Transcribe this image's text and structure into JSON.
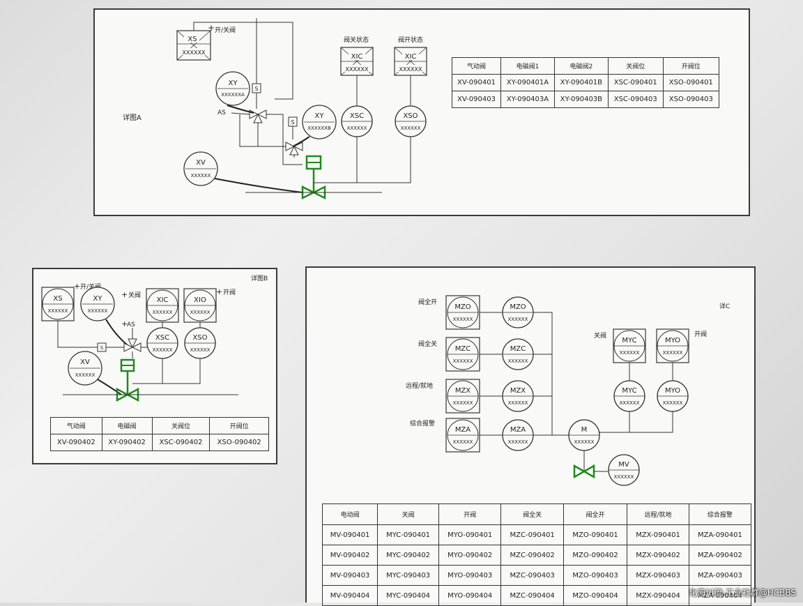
{
  "detailA": {
    "label": "详图A",
    "open_close": "开/关阀",
    "xs_tag": "XS",
    "xs_num": "XXXXXX",
    "xy1_tag": "XY",
    "xy1_num": "XXXXXXA",
    "xy2_tag": "XY",
    "xy2_num": "XXXXXXB",
    "xv_tag": "XV",
    "xv_num": "XXXXXX",
    "as_label": "AS",
    "s_label": "S",
    "closed_status": "阀关状态",
    "open_status": "阀开状态",
    "xic1_tag": "XIC",
    "xic1_num": "XXXXXX",
    "xic2_tag": "XIC",
    "xic2_num": "XXXXXX",
    "xsc_tag": "XSC",
    "xsc_num": "XXXXXX",
    "xso_tag": "XSO",
    "xso_num": "XXXXXX",
    "table": {
      "headers": [
        "气动阀",
        "电磁阀1",
        "电磁阀2",
        "关阀位",
        "开阀位"
      ],
      "rows": [
        [
          "XV-090401",
          "XY-090401A",
          "XY-090401B",
          "XSC-090401",
          "XSO-090401"
        ],
        [
          "XV-090403",
          "XY-090403A",
          "XY-090403B",
          "XSC-090403",
          "XSO-090403"
        ]
      ]
    }
  },
  "detailB": {
    "label": "详图B",
    "open_close": "开/关阀",
    "close_valve": "关阀",
    "open_valve": "开阀",
    "xs_tag": "XS",
    "xs_num": "XXXXXX",
    "xy_tag": "XY",
    "xy_num": "XXXXXX",
    "xic_tag": "XIC",
    "xic_num": "XXXXXX",
    "xio_tag": "XIO",
    "xio_num": "XXXXXX",
    "xsc_tag": "XSC",
    "xsc_num": "XXXXXX",
    "xso_tag": "XSO",
    "xso_num": "XXXXXX",
    "xv_tag": "XV",
    "xv_num": "XXXXXX",
    "as_label": "AS",
    "s_label": "S",
    "table": {
      "headers": [
        "气动阀",
        "电磁阀",
        "关阀位",
        "开阀位"
      ],
      "rows": [
        [
          "XV-090402",
          "XY-090402",
          "XSC-090402",
          "XSO-090402"
        ]
      ]
    }
  },
  "detailC": {
    "label": "详C",
    "full_open": "阀全开",
    "full_close": "阀全关",
    "remote_local": "远程/就地",
    "alarm": "综合报警",
    "close_valve": "关阀",
    "open_valve": "开阀",
    "mzo1_tag": "MZO",
    "mzo1_num": "XXXXXX",
    "mzo2_tag": "MZO",
    "mzo2_num": "XXXXXX",
    "mzc1_tag": "MZC",
    "mzc1_num": "XXXXXX",
    "mzc2_tag": "MZC",
    "mzc2_num": "XXXXXX",
    "mzx1_tag": "MZX",
    "mzx1_num": "XXXXXX",
    "mzx2_tag": "MZX",
    "mzx2_num": "XXXXXX",
    "mza1_tag": "MZA",
    "mza1_num": "XXXXXX",
    "mza2_tag": "MZA",
    "mza2_num": "XXXXXX",
    "myc1_tag": "MYC",
    "myc1_num": "XXXXXX",
    "myc2_tag": "MYC",
    "myc2_num": "XXXXXX",
    "myo1_tag": "MYO",
    "myo1_num": "XXXXXX",
    "myo2_tag": "MYO",
    "myo2_num": "XXXXXX",
    "m_tag": "M",
    "m_num": "XXXXXX",
    "mv_tag": "MV",
    "mv_num": "XXXXXX",
    "table": {
      "headers": [
        "电动阀",
        "关阀",
        "开阀",
        "阀全关",
        "阀全开",
        "远程/就地",
        "综合报警"
      ],
      "rows": [
        [
          "MV-090401",
          "MYC-090401",
          "MYO-090401",
          "MZC-090401",
          "MZO-090401",
          "MZX-090401",
          "MZA-090401"
        ],
        [
          "MV-090402",
          "MYC-090402",
          "MYO-090402",
          "MZC-090402",
          "MZO-090402",
          "MZX-090402",
          "MZA-090402"
        ],
        [
          "MV-090403",
          "MYC-090403",
          "MYO-090403",
          "MZC-090403",
          "MZO-090403",
          "MZX-090403",
          "MZA-090403"
        ],
        [
          "MV-090404",
          "MYC-090404",
          "MYO-090404",
          "MZC-090404",
          "MZO-090404",
          "MZX-090404",
          "MZA-090404"
        ]
      ]
    }
  },
  "watermark": "化海川流-工业社群@HCBBS",
  "colors": {
    "line": "#333333",
    "valve": "#1f8a1f",
    "paper": "#f9f9f7"
  }
}
